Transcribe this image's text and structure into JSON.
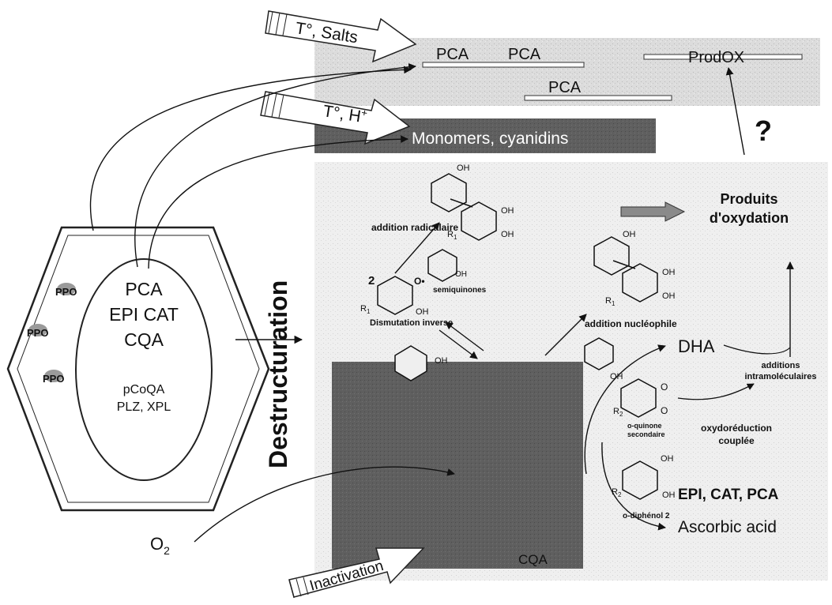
{
  "top_band": {
    "labels": [
      "PCA",
      "PCA",
      "PCA",
      "ProdOX"
    ],
    "question": "?"
  },
  "arrows": {
    "salts": "T°, Salts",
    "heat_acid": "T°, H",
    "heat_acid_sup": "+",
    "inactivation": "Inactivation"
  },
  "monomers": "Monomers, cyanidins",
  "cell": {
    "enzyme": "PPO",
    "vacuole_lines": [
      "PCA",
      "EPI CAT",
      "CQA",
      "pCoQA",
      "PLZ, XPL"
    ]
  },
  "destructuration": "Destructuration",
  "oxygen": {
    "symbol": "O",
    "subscript": "2"
  },
  "chemistry": {
    "products": [
      "Produits",
      "d'oxydation"
    ],
    "addition_radicalaire": "addition radicalaire",
    "semiquinones": "semiquinones",
    "dismutation": "Dismutation inverse",
    "addition_nucleophile": "addition nucléophile",
    "dha": "DHA",
    "additions_intra": [
      "additions",
      "intramoléculaires"
    ],
    "o_quinone": [
      "o-quinone",
      "secondaire"
    ],
    "oxydoreduction": [
      "oxydoréduction",
      "couplée"
    ],
    "o_diphenol": "o-diphénol 2",
    "epi_cat_pca": "EPI, CAT, PCA",
    "ascorbic": "Ascorbic acid",
    "cqa": "CQA",
    "oh": "OH",
    "o_dot": "O•",
    "o": "O",
    "r1": "R",
    "r1_sub": "1",
    "r2": "R",
    "r2_sub": "2",
    "two": "2"
  }
}
